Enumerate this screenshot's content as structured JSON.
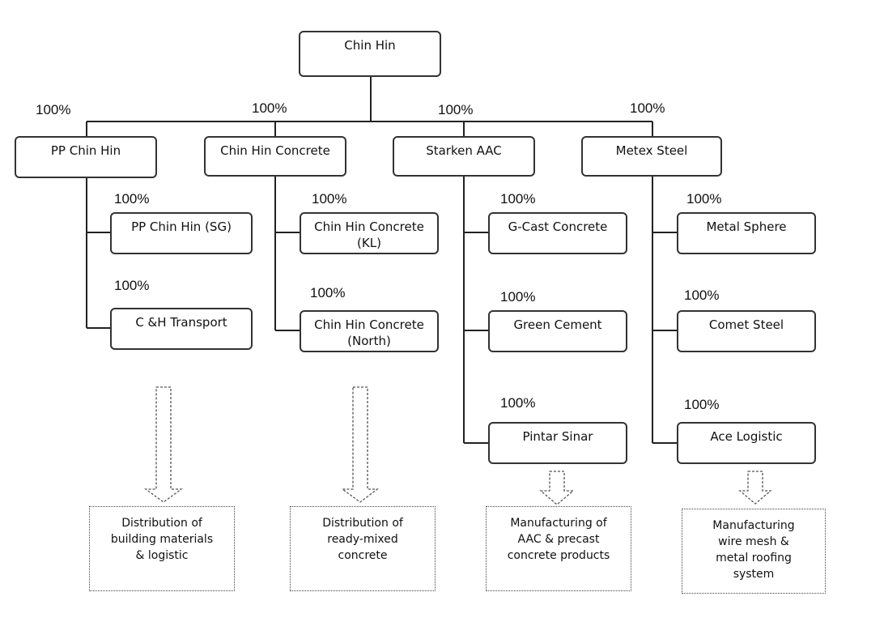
{
  "root": {
    "label": "Chin Hin"
  },
  "level1": [
    {
      "name": "pp-chin-hin",
      "label": "PP Chin Hin",
      "pct": "100%"
    },
    {
      "name": "chin-hin-concrete",
      "label": "Chin Hin Concrete",
      "pct": "100%"
    },
    {
      "name": "starken-aac",
      "label": "Starken AAC",
      "pct": "100%"
    },
    {
      "name": "metex-steel",
      "label": "Metex Steel",
      "pct": "100%"
    }
  ],
  "level2": [
    {
      "name": "pp-chin-hin-sg",
      "parent": 0,
      "lines": [
        "PP Chin Hin (SG)"
      ],
      "pct": "100%"
    },
    {
      "name": "c-h-transport",
      "parent": 0,
      "lines": [
        "C &H Transport"
      ],
      "pct": "100%"
    },
    {
      "name": "chin-hin-concrete-kl",
      "parent": 1,
      "lines": [
        "Chin Hin Concrete",
        "(KL)"
      ],
      "pct": "100%"
    },
    {
      "name": "chin-hin-concrete-north",
      "parent": 1,
      "lines": [
        "Chin Hin Concrete",
        "(North)"
      ],
      "pct": "100%"
    },
    {
      "name": "g-cast-concrete",
      "parent": 2,
      "lines": [
        "G-Cast Concrete"
      ],
      "pct": "100%"
    },
    {
      "name": "green-cement",
      "parent": 2,
      "lines": [
        "Green Cement"
      ],
      "pct": "100%"
    },
    {
      "name": "pintar-sinar",
      "parent": 2,
      "lines": [
        "Pintar Sinar"
      ],
      "pct": "100%"
    },
    {
      "name": "metal-sphere",
      "parent": 3,
      "lines": [
        "Metal Sphere"
      ],
      "pct": "100%"
    },
    {
      "name": "comet-steel",
      "parent": 3,
      "lines": [
        "Comet Steel"
      ],
      "pct": "100%"
    },
    {
      "name": "ace-logistic",
      "parent": 3,
      "lines": [
        "Ace Logistic"
      ],
      "pct": "100%"
    }
  ],
  "descriptions": [
    {
      "name": "distribution-building-materials",
      "lines": [
        "Distribution of",
        "building materials",
        "& logistic"
      ]
    },
    {
      "name": "distribution-ready-mixed",
      "lines": [
        "Distribution of",
        "ready-mixed",
        "concrete"
      ]
    },
    {
      "name": "manufacturing-aac",
      "lines": [
        "Manufacturing of",
        "AAC & precast",
        "concrete products"
      ]
    },
    {
      "name": "manufacturing-wire-mesh",
      "lines": [
        "Manufacturing",
        "wire mesh &",
        "metal roofing",
        "system"
      ]
    }
  ]
}
